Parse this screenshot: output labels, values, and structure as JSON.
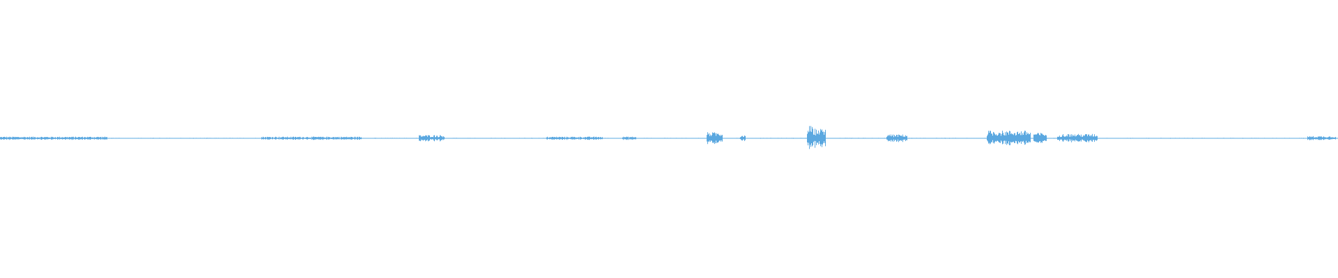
{
  "waveform": {
    "color": "#5ba8e0",
    "background": "#ffffff",
    "duration_fraction_bursts": [
      {
        "start": 0.0,
        "end": 0.08,
        "amplitude": 0.006
      },
      {
        "start": 0.195,
        "end": 0.27,
        "amplitude": 0.006
      },
      {
        "start": 0.313,
        "end": 0.332,
        "amplitude": 0.012
      },
      {
        "start": 0.408,
        "end": 0.45,
        "amplitude": 0.006
      },
      {
        "start": 0.465,
        "end": 0.475,
        "amplitude": 0.006
      },
      {
        "start": 0.528,
        "end": 0.54,
        "amplitude": 0.022
      },
      {
        "start": 0.553,
        "end": 0.557,
        "amplitude": 0.012
      },
      {
        "start": 0.603,
        "end": 0.607,
        "amplitude": 0.045
      },
      {
        "start": 0.607,
        "end": 0.617,
        "amplitude": 0.035
      },
      {
        "start": 0.662,
        "end": 0.678,
        "amplitude": 0.014
      },
      {
        "start": 0.737,
        "end": 0.77,
        "amplitude": 0.028
      },
      {
        "start": 0.772,
        "end": 0.782,
        "amplitude": 0.02
      },
      {
        "start": 0.79,
        "end": 0.82,
        "amplitude": 0.016
      },
      {
        "start": 0.977,
        "end": 0.998,
        "amplitude": 0.008
      }
    ]
  }
}
